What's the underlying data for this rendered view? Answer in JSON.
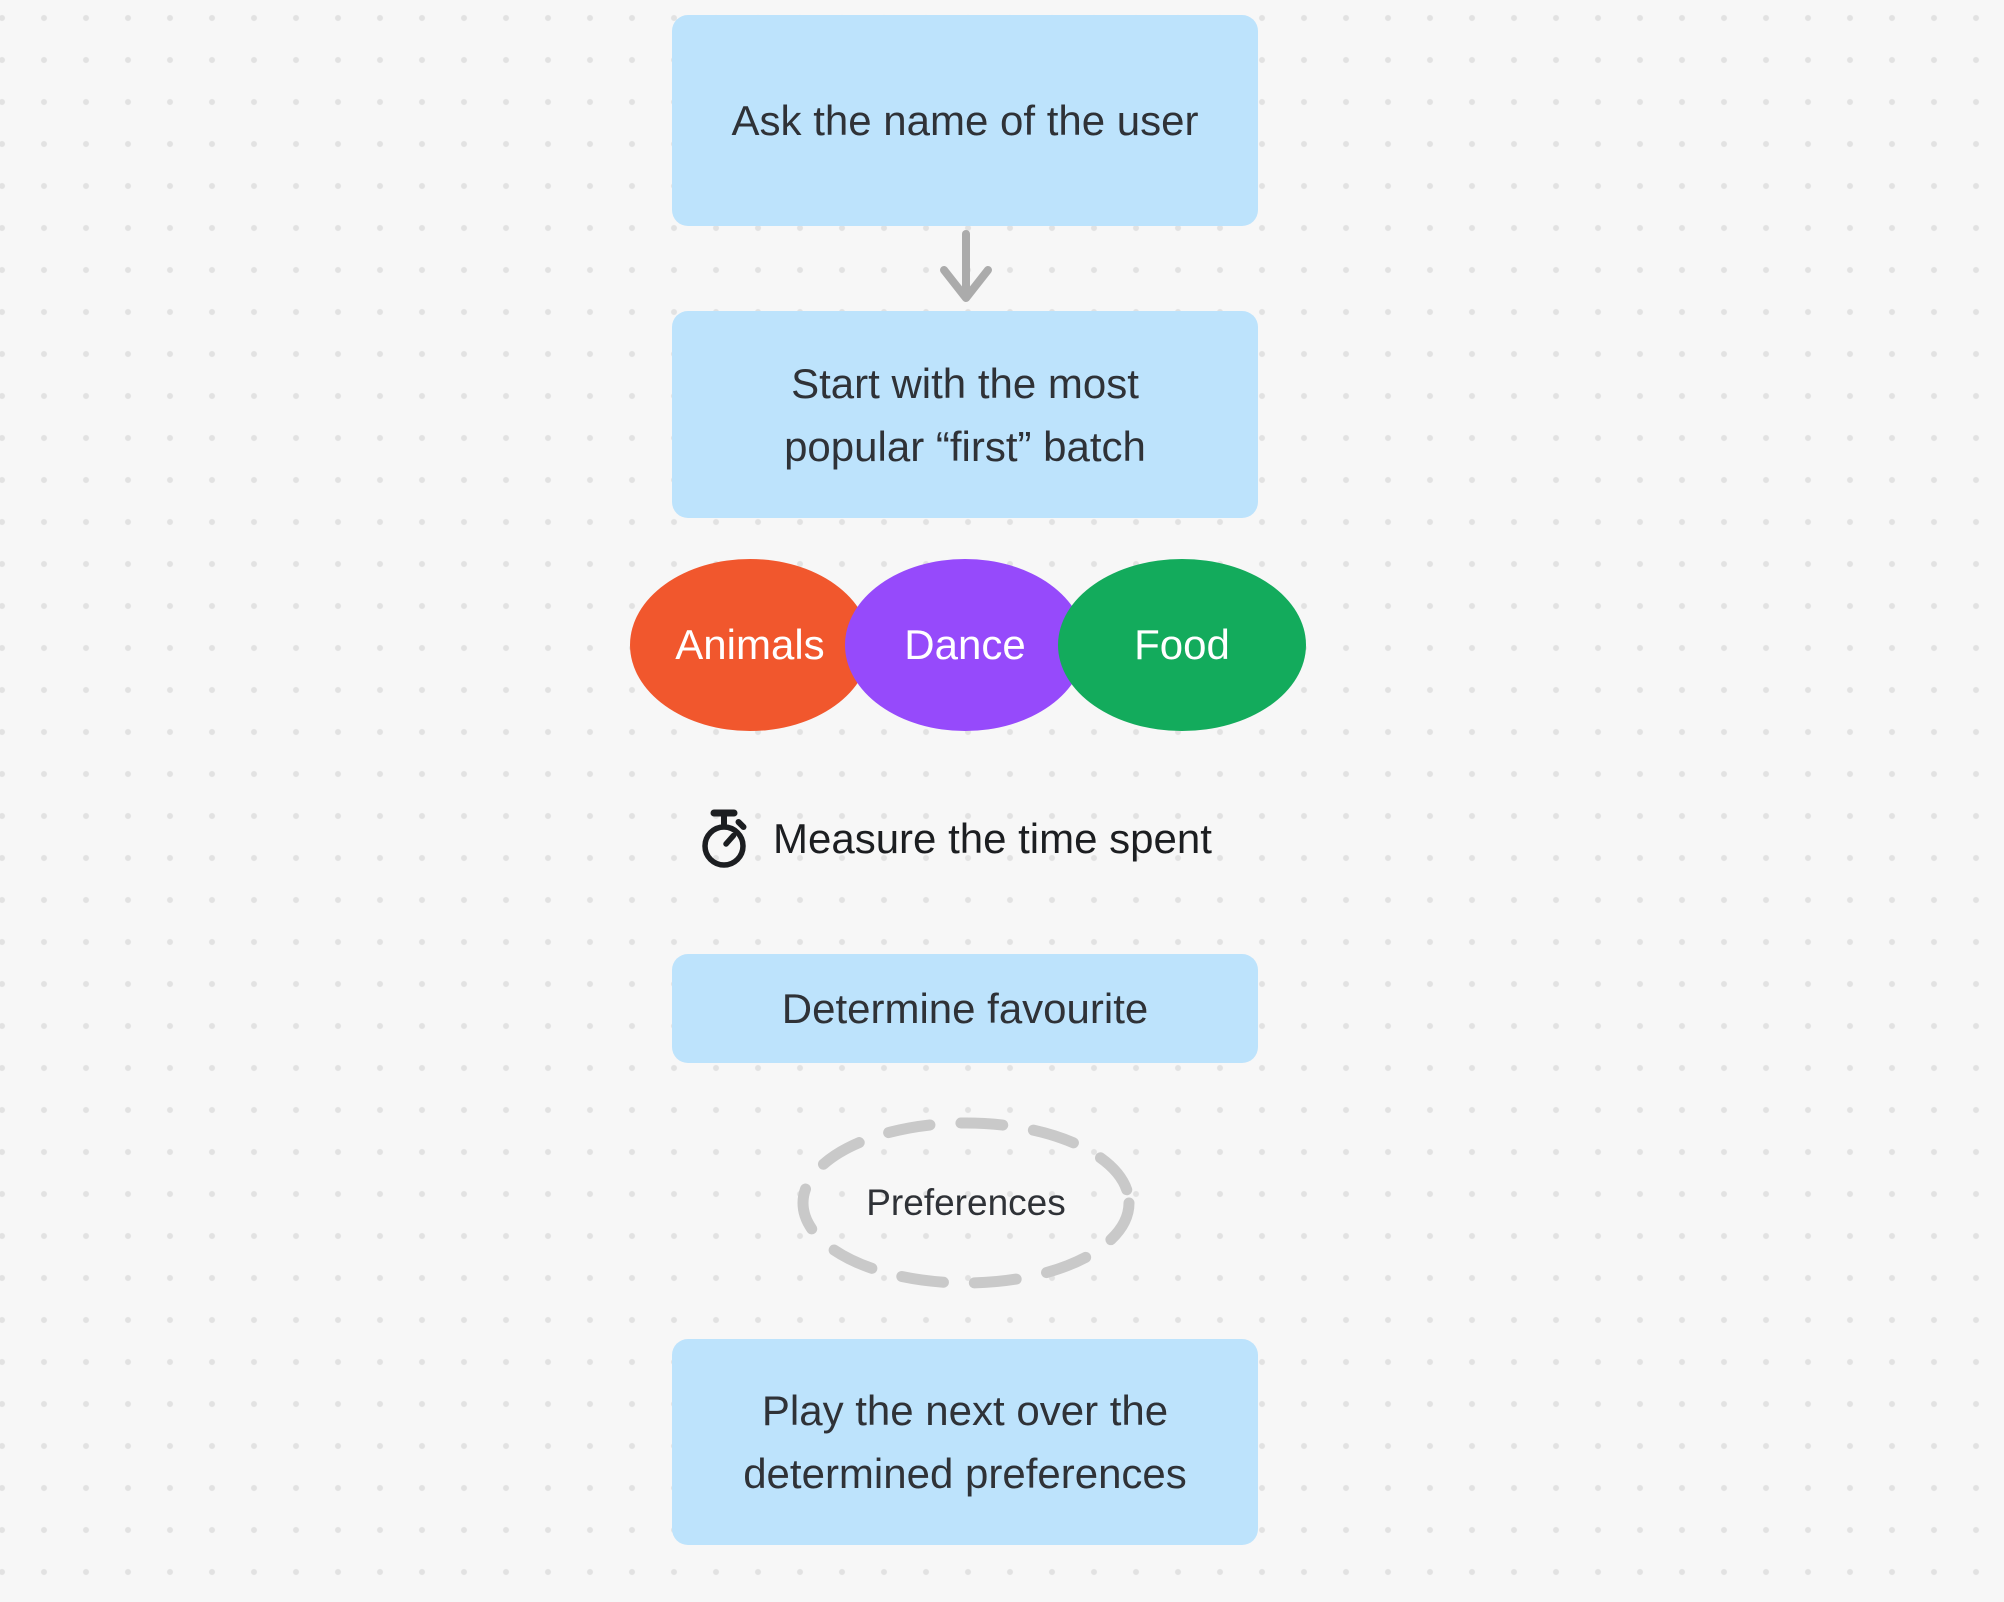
{
  "theme": {
    "canvas_bg": "#F7F7F7",
    "dot": "#E2E2E2",
    "ink": "#2F3237",
    "icon_ink": "#1C1E21",
    "node_fill": "#BDE3FC",
    "arrow": "#ABABAB",
    "dash": "#C9C9C9",
    "ellipse_text": "#FFFFFF"
  },
  "flow": {
    "node_ask": {
      "label": "Ask the name of the user"
    },
    "connector": {
      "type": "arrow-down"
    },
    "node_start": {
      "label": "Start with the most\npopular “first” batch"
    },
    "categories": [
      {
        "label": "Animals",
        "fill": "#F1572D"
      },
      {
        "label": "Dance",
        "fill": "#964AFB"
      },
      {
        "label": "Food",
        "fill": "#13AB5C"
      }
    ],
    "measure": {
      "label": "Measure the time spent",
      "icon": "stopwatch-icon"
    },
    "node_determine": {
      "label": "Determine favourite"
    },
    "node_preferences": {
      "label": "Preferences"
    },
    "node_play": {
      "label": "Play the next over the\ndetermined preferences"
    }
  }
}
